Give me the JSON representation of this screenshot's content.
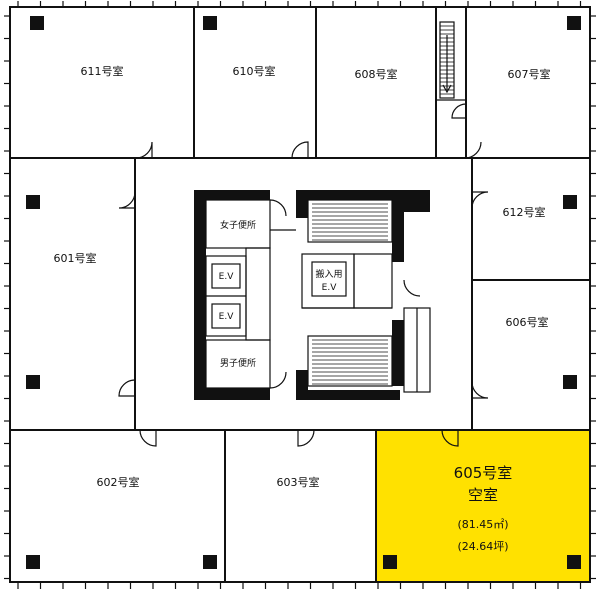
{
  "floor_plan": {
    "rooms": {
      "r611": "611号室",
      "r610": "610号室",
      "r608": "608号室",
      "r607": "607号室",
      "r601": "601号室",
      "r612": "612号室",
      "r606": "606号室",
      "r602": "602号室",
      "r603": "603号室",
      "r605": "605号室"
    },
    "highlight": {
      "status": "空室",
      "area_m2": "(81.45㎡)",
      "area_tsubo": "(24.64坪)",
      "color": "#ffe100"
    },
    "core": {
      "womens_restroom": "女子便所",
      "mens_restroom": "男子便所",
      "elevator_1": "E.V",
      "elevator_2": "E.V",
      "freight_elevator_line1": "搬入用",
      "freight_elevator_line2": "E.V"
    }
  }
}
